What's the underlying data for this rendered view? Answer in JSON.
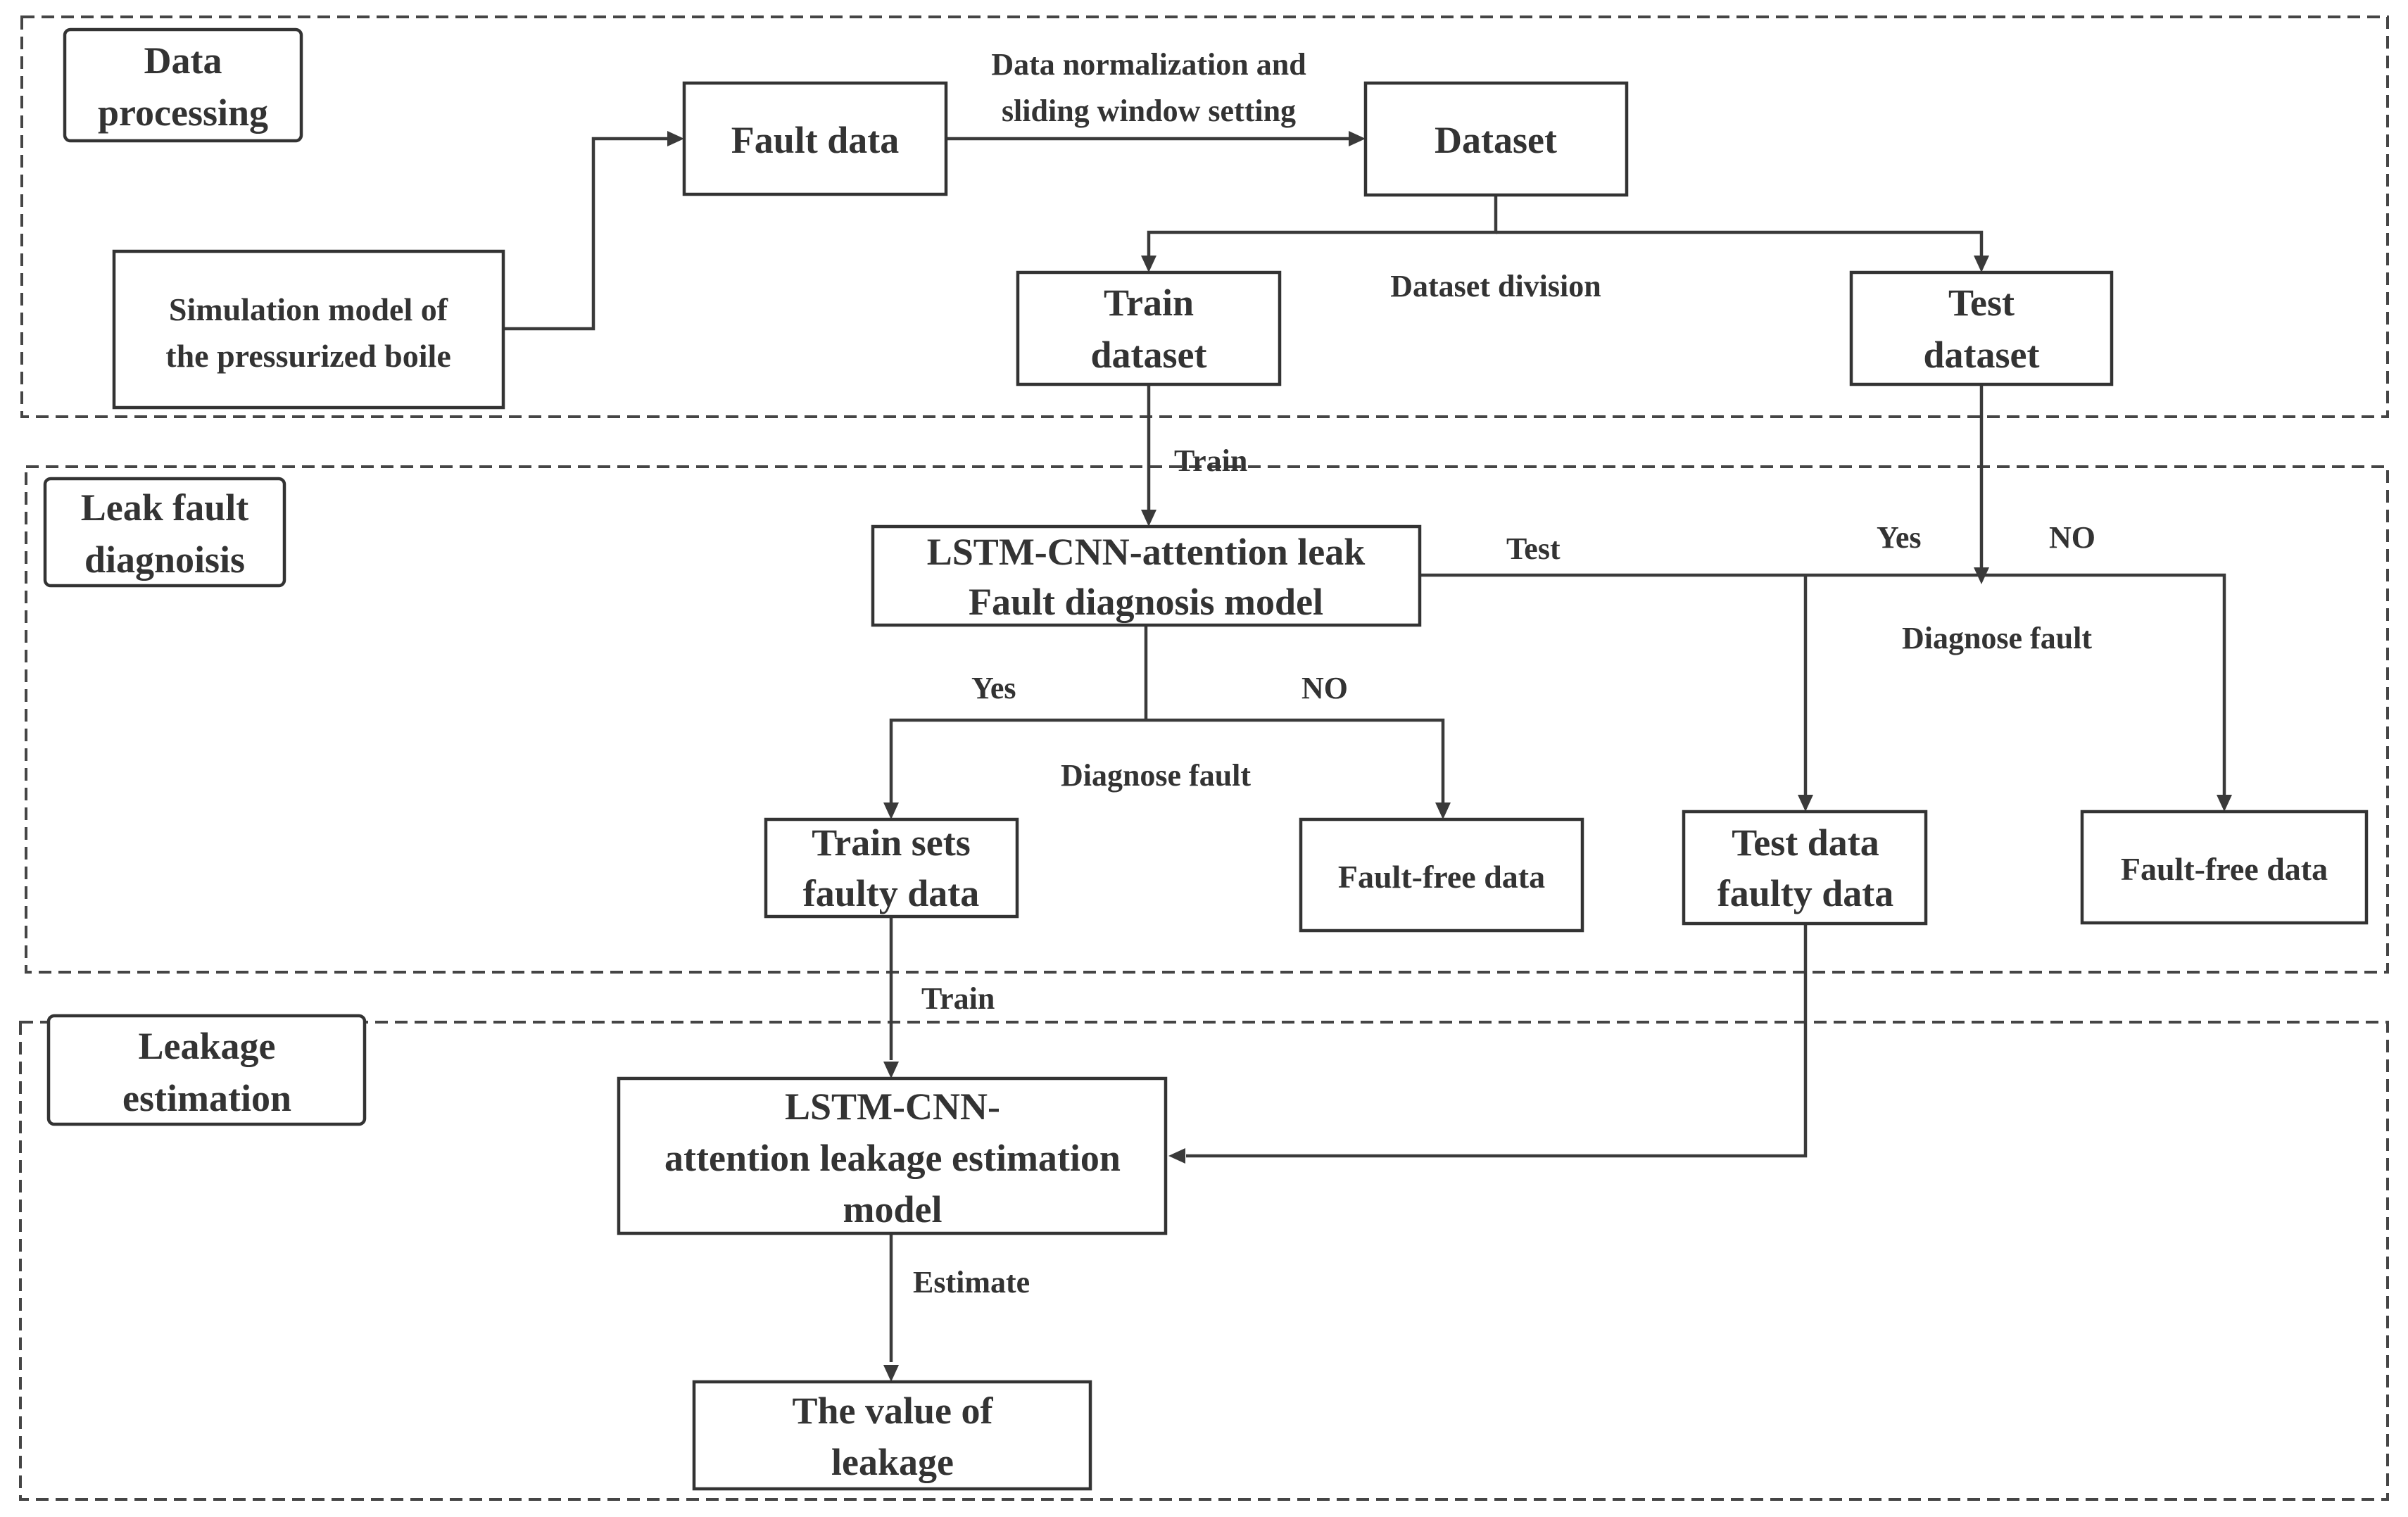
{
  "sections": {
    "data_processing": [
      "Data",
      "processing"
    ],
    "leak_fault_diagnosis": [
      "Leak fault",
      "diagnoisis"
    ],
    "leakage_estimation": [
      "Leakage",
      "estimation"
    ]
  },
  "nodes": {
    "simulation_model": [
      "Simulation model of",
      "the pressurized boile"
    ],
    "fault_data": "Fault data",
    "dataset": "Dataset",
    "train_dataset": [
      "Train",
      "dataset"
    ],
    "test_dataset": [
      "Test",
      "dataset"
    ],
    "diagnosis_model": [
      "LSTM-CNN-attention  leak",
      "Fault diagnosis model"
    ],
    "train_faulty_data": [
      "Train sets",
      "faulty data"
    ],
    "train_fault_free": "Fault-free data",
    "test_faulty_data": [
      "Test  data",
      "faulty data"
    ],
    "test_fault_free": "Fault-free data",
    "estimation_model": [
      "LSTM-CNN-",
      "attention leakage estimation",
      "model"
    ],
    "leakage_value": [
      "The value of",
      "leakage"
    ]
  },
  "edge_labels": {
    "normalization": [
      "Data normalization and",
      "sliding window setting"
    ],
    "dataset_division": "Dataset division",
    "train_1": "Train",
    "test": "Test",
    "yes_1": "Yes",
    "no_1": "NO",
    "diagnose_fault_1": "Diagnose fault",
    "yes_2": "Yes",
    "no_2": "NO",
    "diagnose_fault_2": "Diagnose fault",
    "train_2": "Train",
    "estimate": "Estimate"
  }
}
